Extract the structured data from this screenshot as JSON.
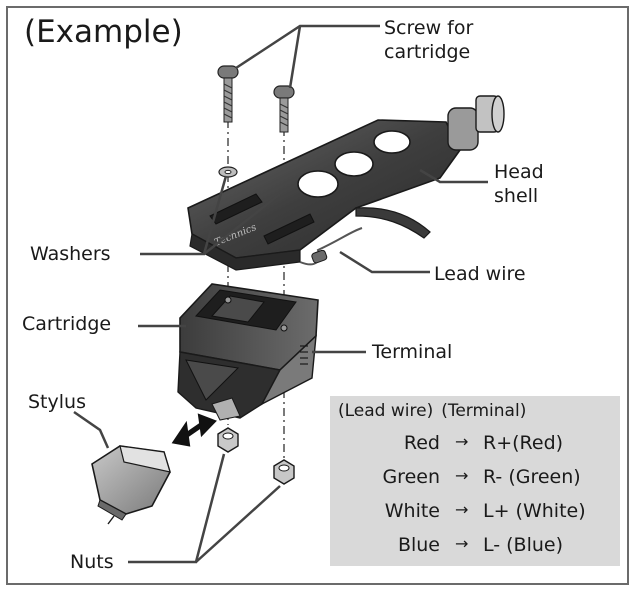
{
  "title": "(Example)",
  "labels": {
    "screw": [
      "Screw for",
      "cartridge"
    ],
    "head_shell": [
      "Head",
      "shell"
    ],
    "washers": "Washers",
    "lead_wire": "Lead wire",
    "cartridge": "Cartridge",
    "terminal": "Terminal",
    "stylus": "Stylus",
    "nuts": "Nuts",
    "engraving": "Technics"
  },
  "legend": {
    "header_left": "(Lead wire)",
    "header_right": "(Terminal)",
    "arrow": "→",
    "rows": [
      {
        "wire": "Red",
        "terminal": "R+(Red)"
      },
      {
        "wire": "Green",
        "terminal": "R- (Green)"
      },
      {
        "wire": "White",
        "terminal": "L+ (White)"
      },
      {
        "wire": "Blue",
        "terminal": "L- (Blue)"
      }
    ]
  },
  "colors": {
    "ink": "#1a1a1a",
    "part_dark": "#3a3a3a",
    "part_mid": "#5a5a5a",
    "legend_bg": "#d9d9d9",
    "frame": "#6b6b6b"
  }
}
